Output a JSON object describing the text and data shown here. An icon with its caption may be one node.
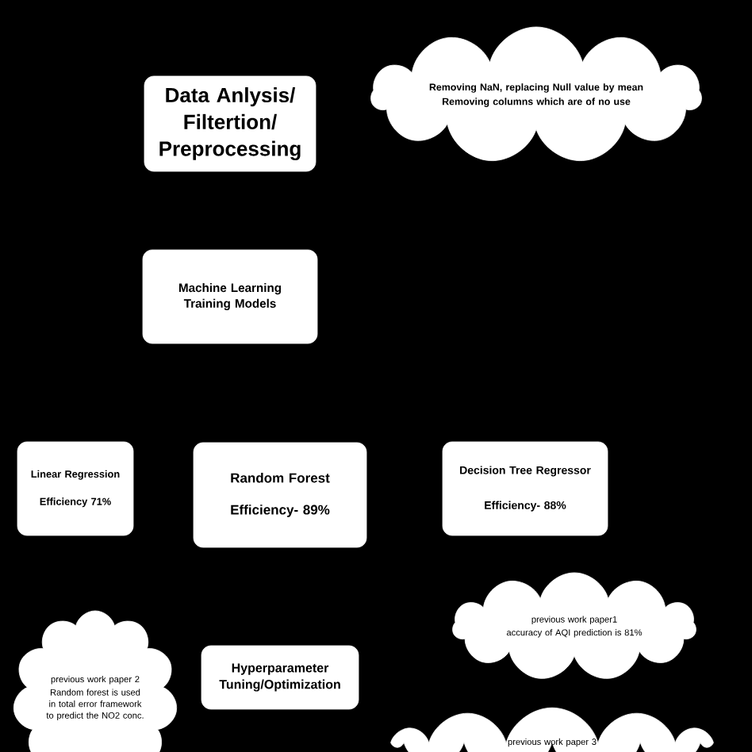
{
  "diagram": {
    "nodes": [
      {
        "text": [
          "Data Anlysis/ Filtertion/ Preprocessing"
        ]
      },
      {
        "text": [
          "Removing NaN, replacing Null value by mean",
          "Removing columns which are of no use"
        ]
      },
      {
        "text": [
          "Machine Learning Training Models"
        ]
      },
      {
        "text": [
          "Linear Regression",
          "Efficiency 71%"
        ]
      },
      {
        "text": [
          "Random Forest",
          "Efficiency- 89%"
        ]
      },
      {
        "text": [
          "Decision Tree Regressor",
          "Efficiency- 88%"
        ]
      },
      {
        "text": [
          "previous work paper1",
          "accuracy of AQI prediction is 81%"
        ]
      },
      {
        "text": [
          "previous work paper 2",
          "Random forest is used in total error framework to predict the NO2 conc."
        ]
      },
      {
        "text": [
          "Hyperparameter Tuning/Optimization"
        ]
      },
      {
        "text": [
          "previous work paper 3"
        ]
      }
    ]
  }
}
